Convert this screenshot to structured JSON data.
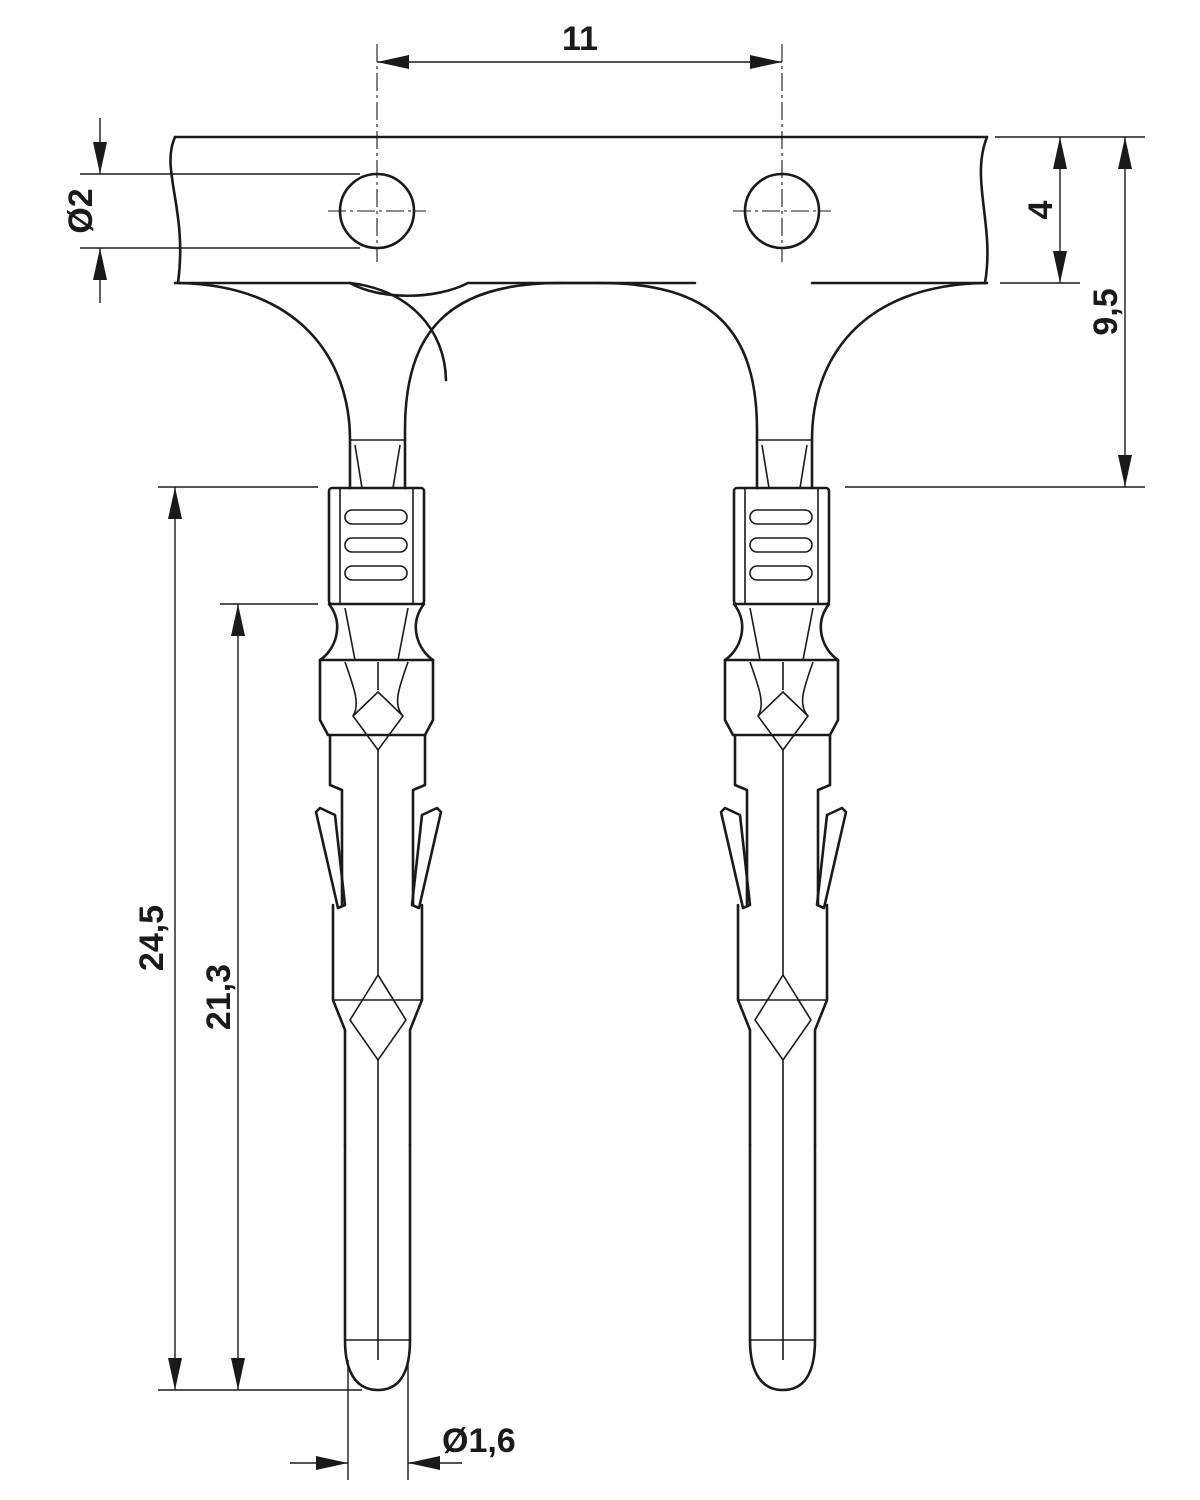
{
  "dimensions": {
    "pitch": "11",
    "hole_diameter": "Ø2",
    "strip_width": "4",
    "carrier_height": "9,5",
    "overall_length": "24,5",
    "pin_length": "21,3",
    "pin_diameter": "Ø1,6"
  },
  "colors": {
    "line": "#1a1a1a",
    "background": "#ffffff"
  }
}
